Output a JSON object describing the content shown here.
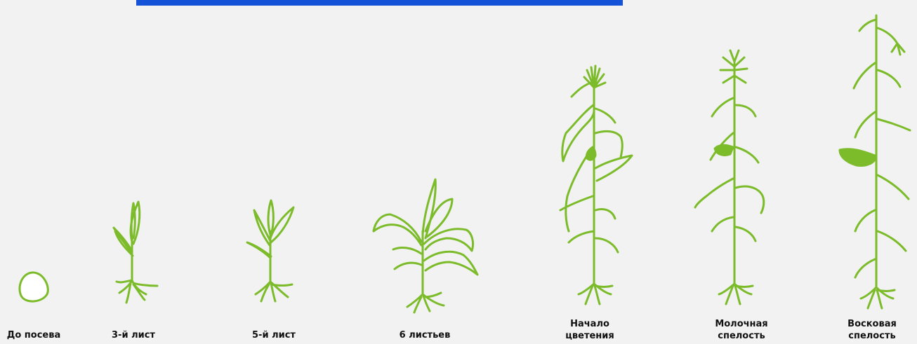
{
  "colors": {
    "plant": "#7cbb2a",
    "header_bar": "#1452d8",
    "background": "#f2f2f2"
  },
  "stages": [
    {
      "id": "before-sowing",
      "label": "До посева"
    },
    {
      "id": "leaf-3",
      "label": "3-й лист"
    },
    {
      "id": "leaf-5",
      "label": "5-й лист"
    },
    {
      "id": "leaves-6",
      "label": "6 листьев"
    },
    {
      "id": "flowering",
      "label_line1": "Начало",
      "label_line2": "цветения"
    },
    {
      "id": "milk-ripeness",
      "label_line1": "Молочная",
      "label_line2": "спелость"
    },
    {
      "id": "wax-ripeness",
      "label_line1": "Восковая",
      "label_line2": "спелость"
    }
  ]
}
